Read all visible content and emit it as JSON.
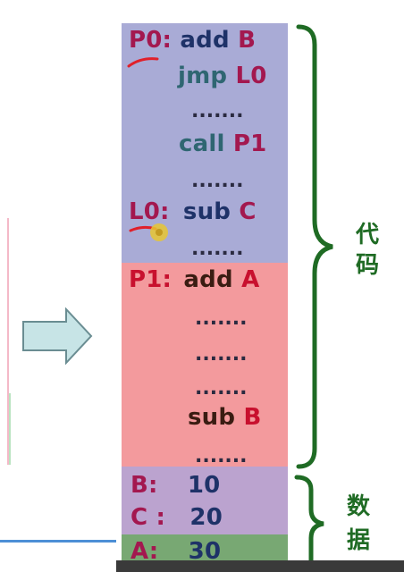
{
  "code_block": {
    "p0_label": "P0:",
    "p0_op": "add",
    "p0_arg": "B",
    "jmp_op": "jmp",
    "jmp_arg": "L0",
    "dots1": ".......",
    "call_op": "call",
    "call_arg": "P1",
    "dots2": ".......",
    "l0_label": "L0:",
    "sub_op": "sub",
    "sub_arg": "C",
    "dots3": ".......",
    "p1_label": "P1:",
    "p1_op": "add",
    "p1_arg": "A",
    "dots4": ".......",
    "dots5": ".......",
    "dots6": ".......",
    "sub2_op": "sub",
    "sub2_arg": "B",
    "dots7": "......."
  },
  "data_block": {
    "b_label": "B:",
    "b_value": "10",
    "c_label": "C :",
    "c_value": "20",
    "a_label": "A:",
    "a_value": "30"
  },
  "braces": {
    "code_label_1": "代",
    "code_label_2": "码",
    "data_label_1": "数",
    "data_label_2": "据"
  },
  "colors": {
    "code_blue": "#a9abd6",
    "code_red": "#f39a9d",
    "data_purple": "#bba3cf",
    "data_green": "#78a873",
    "brace_green": "#1f6b24",
    "arrow_fill": "#c7e4e6"
  }
}
